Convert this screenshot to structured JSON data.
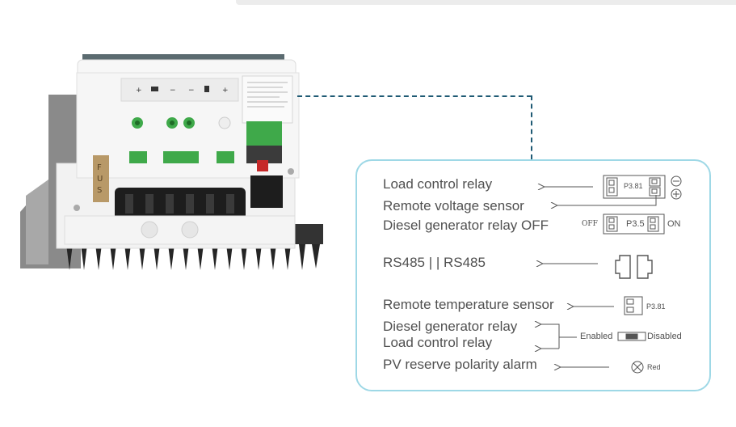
{
  "callout": {
    "load_control_relay": "Load control relay",
    "remote_voltage_sensor": "Remote voltage sensor",
    "diesel_generator_relay_off": "Diesel generator relay OFF",
    "rs485": "RS485 | | RS485",
    "remote_temperature_sensor": "Remote temperature sensor",
    "diesel_generator_relay": "Diesel generator relay",
    "load_control_relay_2": "Load control relay",
    "pv_reserve_polarity_alarm": "PV reserve polarity alarm",
    "connector_p381_top": "P3.81",
    "minus_symbol": "⊖",
    "plus_symbol": "⊕",
    "off_label": "OFF",
    "connector_p35": "P3.5",
    "on_label": "ON",
    "connector_p381_temp": "P3.81",
    "enabled_label": "Enabled",
    "disabled_label": "Disabled",
    "red_label": "Red"
  },
  "device": {
    "fuse_label": "FUSE",
    "terminal_marks": [
      "+",
      "▭",
      "−",
      "−",
      "▯",
      "+"
    ]
  },
  "colors": {
    "callout_border": "#9ed8e6",
    "leader_line": "#1f5a74",
    "terminal_green": "#3fa94a",
    "heatsink": "#2b2b2b",
    "device_body": "#f4f4f4"
  }
}
